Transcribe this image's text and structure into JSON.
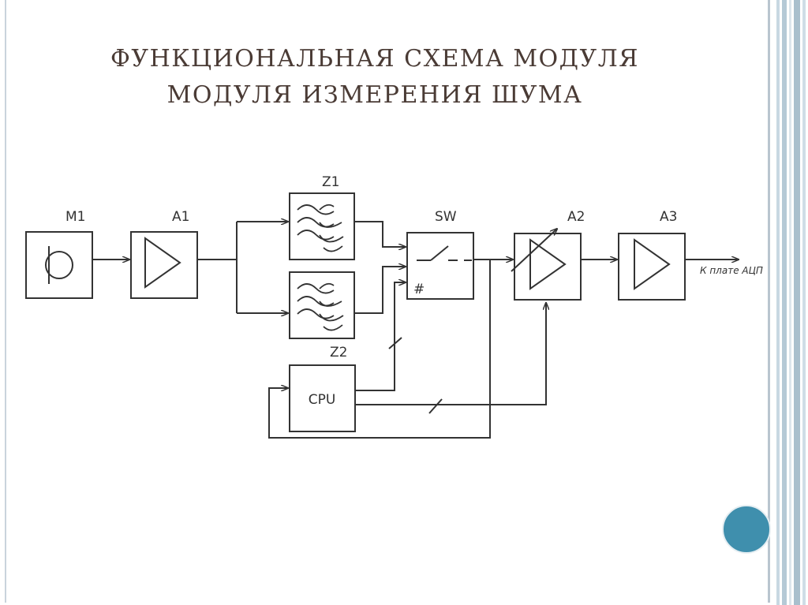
{
  "slide": {
    "title_line1": "Функциональная схема модуля",
    "title_line2": "модуля измерения шума"
  },
  "diagram": {
    "blocks": {
      "m1": "M1",
      "a1": "A1",
      "z1": "Z1",
      "z2": "Z2",
      "sw": "SW",
      "a2": "A2",
      "a3": "A3",
      "cpu": "CPU"
    },
    "sw_marker": "#",
    "output_label": "К плате АЦП"
  },
  "colors": {
    "line": "#333333",
    "title": "#4a3b35",
    "nav_dot": "#3f8fad",
    "frame": "#c9d3dc"
  }
}
